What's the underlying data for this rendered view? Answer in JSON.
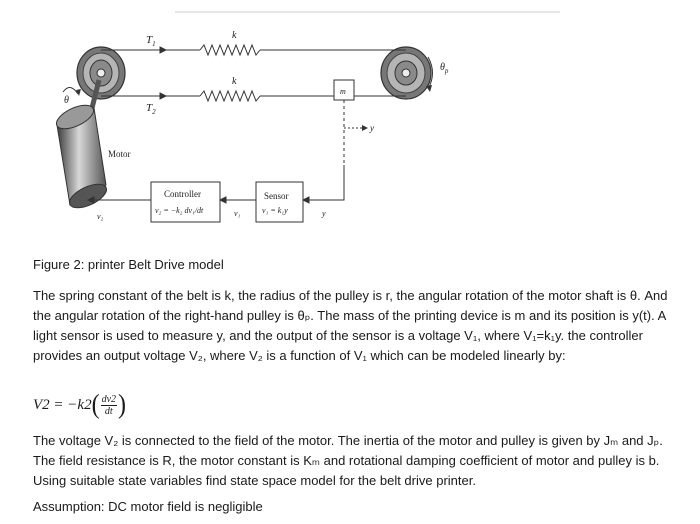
{
  "diagram": {
    "labels": {
      "t1": "T",
      "t1_sub": "1",
      "t2": "T",
      "t2_sub": "2",
      "k_top": "k",
      "k_bottom": "k",
      "theta": "θ",
      "theta_p": "θ",
      "theta_p_sub": "p",
      "mass": "m",
      "y_arrow": "y",
      "motor": "Motor",
      "controller_title": "Controller",
      "controller_eq": "v₂ = −k₂ dv₁/dt",
      "sensor_title": "Sensor",
      "sensor_eq": "v₁ = k₁y",
      "v2": "v₂",
      "v1": "v₁",
      "y_signal": "y"
    }
  },
  "caption": "Figure 2: printer Belt Drive model",
  "paragraph1": "The spring constant of the belt is k, the radius of the pulley is r, the angular rotation of the motor shaft is θ. And the angular rotation of the right-hand pulley is θₚ. The mass of the printing device is m and its position is y(t). A light sensor is used to measure y, and the output of the sensor is a voltage V₁, where V₁=k₁y. the controller provides an output voltage V₂, where V₂ is a function of V₁ which can be modeled linearly by:",
  "formula": {
    "lhs": "V2 = −k2",
    "num": "dv2",
    "den": "dt"
  },
  "paragraph2": "The voltage V₂ is connected to the field of the motor. The inertia of the motor and pulley is given by Jₘ and Jₚ. The field resistance is R, the motor constant is Kₘ and rotational damping coefficient of motor and pulley is b. Using suitable state variables find state space model for the belt drive printer.",
  "assumption": "Assumption: DC motor field is negligible"
}
